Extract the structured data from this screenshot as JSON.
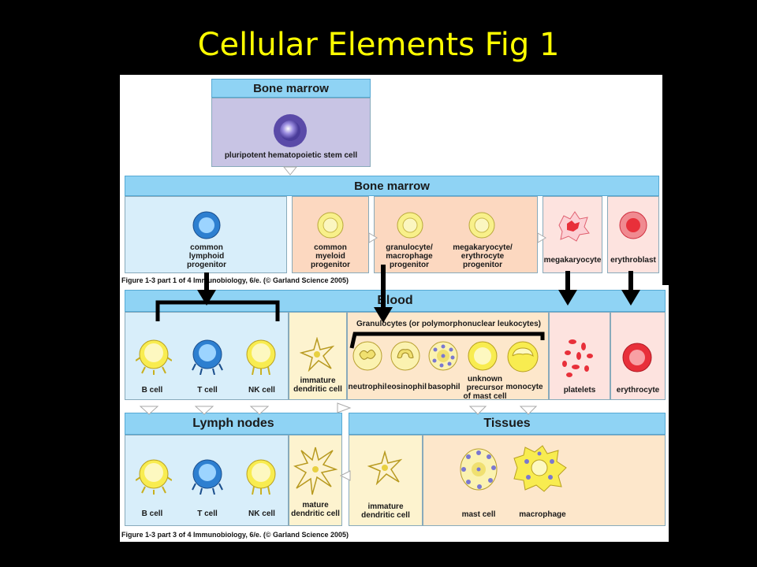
{
  "title": "Cellular Elements Fig 1",
  "top_figure": {
    "bone_marrow_header": "Bone marrow",
    "stem_cell": "pluripotent hematopoietic stem cell",
    "bone_marrow_header_2": "Bone marrow",
    "progenitors": [
      "common\nlymphoid\nprogenitor",
      "common\nmyeloid\nprogenitor",
      "granulocyte/\nmacrophage\nprogenitor",
      "megakaryocyte/\nerythrocyte\nprogenitor",
      "megakaryocyte",
      "erythroblast"
    ],
    "caption": "Figure 1-3 part 1 of 4  Immunobiology, 6/e. (© Garland Science 2005)"
  },
  "bottom_figure": {
    "blood_header": "Blood",
    "granulocytes_heading": "Granulocytes (or polymorphonuclear leukocytes)",
    "blood_cells": [
      "B cell",
      "T cell",
      "NK cell",
      "immature\ndendritic cell",
      "neutrophil",
      "eosinophil",
      "basophil",
      "unknown\nprecursor\nof mast cell",
      "monocyte",
      "platelets",
      "erythrocyte"
    ],
    "lymph_header": "Lymph nodes",
    "tissues_header": "Tissues",
    "lymph_cells": [
      "B cell",
      "T cell",
      "NK cell",
      "mature\ndendritic cell"
    ],
    "tissue_cells": [
      "immature\ndendritic cell",
      "mast cell",
      "macrophage"
    ],
    "caption": "Figure 1-3 part 3 of 4  Immunobiology, 6/e. (© Garland Science 2005)"
  },
  "colors": {
    "title": "#ffff00",
    "header_blue": "#8fd3f4",
    "lymphoid_blue": "#3a8fd8",
    "myeloid_yellow": "#f7f07a",
    "erythro_red": "#e8303a"
  }
}
